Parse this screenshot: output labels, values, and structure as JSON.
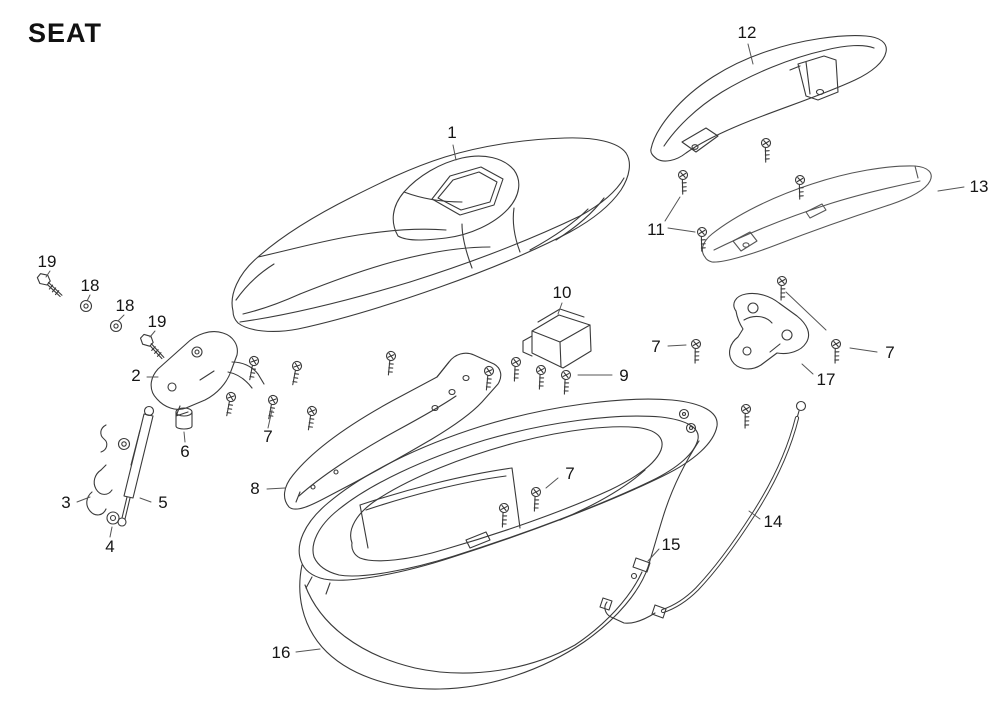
{
  "title": "SEAT",
  "diagram": {
    "type": "exploded-parts-diagram",
    "subject": "seat assembly",
    "line_color": "#3a3a3a",
    "background": "#ffffff"
  },
  "labels": [
    {
      "num": "1"
    },
    {
      "num": "12"
    },
    {
      "num": "13"
    },
    {
      "num": "11"
    },
    {
      "num": "19"
    },
    {
      "num": "18"
    },
    {
      "num": "18"
    },
    {
      "num": "19"
    },
    {
      "num": "2"
    },
    {
      "num": "10"
    },
    {
      "num": "9"
    },
    {
      "num": "7"
    },
    {
      "num": "7"
    },
    {
      "num": "17"
    },
    {
      "num": "6"
    },
    {
      "num": "7"
    },
    {
      "num": "3"
    },
    {
      "num": "5"
    },
    {
      "num": "4"
    },
    {
      "num": "8"
    },
    {
      "num": "7"
    },
    {
      "num": "14"
    },
    {
      "num": "15"
    },
    {
      "num": "16"
    }
  ]
}
